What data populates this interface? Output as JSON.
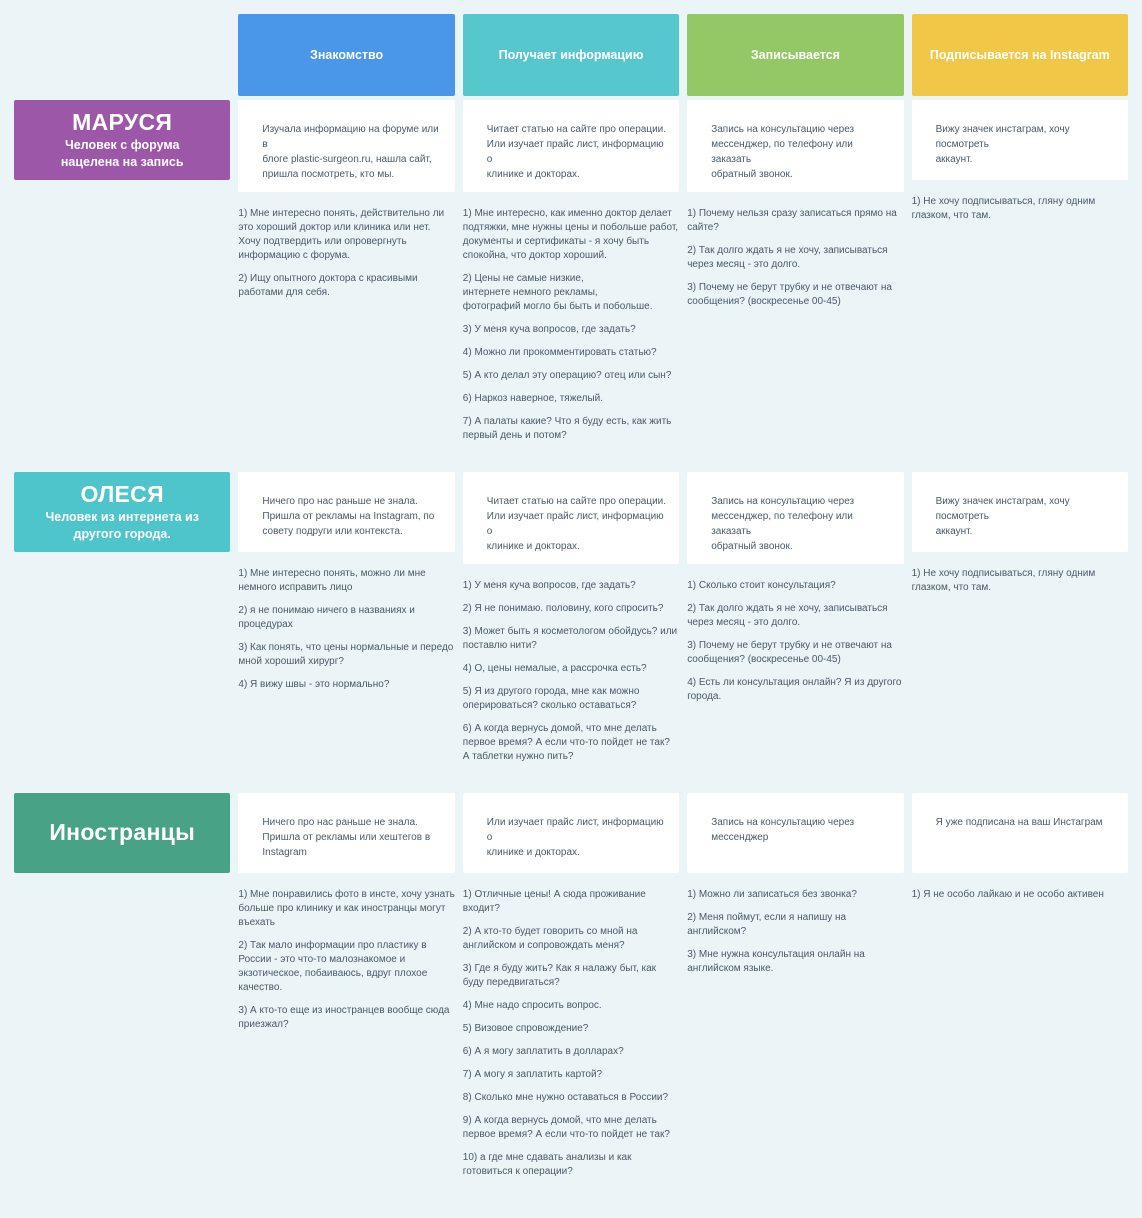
{
  "page": {
    "background": "#EBF4F7",
    "text_color": "#4A5A68"
  },
  "stages": [
    {
      "label": "Знакомство",
      "color": "#4A96E8"
    },
    {
      "label": "Получает информацию",
      "color": "#57C7CE"
    },
    {
      "label": "Записывается",
      "color": "#94C765"
    },
    {
      "label": "Подписывается на Instagram",
      "color": "#F0C746"
    }
  ],
  "personas": [
    {
      "name": "МАРУСЯ",
      "subtitle": "Человек с форума\nнацелена на запись",
      "color": "#9C57A8",
      "cells": [
        {
          "summary": "Изучала информацию на форуме или в\nблоге plastic-surgeon.ru, нашла сайт,\nпришла посмотреть, кто мы.",
          "questions": [
            "1) Мне интересно понять, действительно ли это хороший доктор или клиника или нет. Хочу подтвердить или опровергнуть информацию с форума.",
            "2) Ищу опытного доктора с красивыми работами для себя."
          ]
        },
        {
          "summary": "Читает статью на сайте про операции.\nИли изучает прайс лист, информацию о\nклинике и докторах.",
          "questions": [
            "1) Мне интересно, как именно доктор делает подтяжки, мне нужны цены и побольше работ, документы и сертификаты - я хочу быть спокойна, что доктор хороший.",
            "2) Цены не самые низкие,\nинтернете немного рекламы,\nфотографий могло бы быть и побольше.",
            "3) У меня куча вопросов, где задать?",
            "4) Можно ли прокомментировать статью?",
            "5) А кто делал эту операцию? отец или сын?",
            "6) Наркоз наверное, тяжелый.",
            "7) А палаты какие? Что я буду есть, как жить первый день и потом?"
          ]
        },
        {
          "summary": "Запись на консультацию через\nмессенджер, по телефону или заказать\nобратный звонок.",
          "questions": [
            "1) Почему нельзя сразу записаться прямо на сайте?",
            "2) Так долго ждать я не хочу, записываться через месяц - это долго.",
            "3) Почему не берут трубку и не отвечают на сообщения? (воскресенье 00-45)"
          ]
        },
        {
          "summary": "Вижу значек инстаграм, хочу посмотреть\nаккаунт.",
          "questions": [
            "1) Не хочу подписываться, гляну одним глазком, что там."
          ]
        }
      ]
    },
    {
      "name": "ОЛЕСЯ",
      "subtitle": "Человек из интернета из\nдругого города.",
      "color": "#4EC4CB",
      "cells": [
        {
          "summary": "Ничего про нас раньше не знала.\nПришла от рекламы на Instagram, по\nсовету подруги  или контекста.",
          "questions": [
            "1) Мне интересно понять, можно ли мне немного исправить лицо",
            "2) я не понимаю ничего в названиях и процедурах",
            "3) Как понять, что цены нормальные и передо мной хороший хирург?",
            "4) Я вижу швы - это нормально?"
          ]
        },
        {
          "summary": "Читает статью на сайте про операции.\nИли изучает прайс лист, информацию о\nклинике и докторах.",
          "questions": [
            "1) У меня куча вопросов, где задать?",
            "2) Я не понимаю. половину, кого спросить?",
            "3) Может быть я косметологом обойдусь? или поставлю нити?",
            "4) О, цены немалые, а рассрочка есть?",
            "5) Я из другого города, мне как можно оперироваться? сколько оставаться?",
            "6) А когда вернусь домой, что мне делать первое время? А если что-то пойдет не так? А таблетки нужно пить?"
          ]
        },
        {
          "summary": "Запись на консультацию через\nмессенджер, по телефону или заказать\nобратный звонок.",
          "questions": [
            "1) Сколько стоит консультация?",
            "2) Так долго ждать я не хочу, записываться через месяц - это долго.",
            "3) Почему не берут трубку и не отвечают на сообщения? (воскресенье 00-45)",
            "4) Есть ли консультация онлайн? Я из другого города."
          ]
        },
        {
          "summary": "Вижу значек инстаграм, хочу посмотреть\nаккаунт.",
          "questions": [
            "1) Не хочу подписываться, гляну одним глазком, что там."
          ]
        }
      ]
    },
    {
      "name": "Иностранцы",
      "subtitle": "",
      "color": "#47A286",
      "cells": [
        {
          "summary": "Ничего про нас раньше не знала.\nПришла от рекламы или хештегов в\nInstagram",
          "questions": [
            "1) Мне понравились фото в инсте, хочу узнать больше про клинику и как иностранцы могут въехать",
            "2) Так мало информации про пластику в России - это что-то малознакомое и экзотическое, побаиваюсь, вдруг плохое качество.",
            "3) А кто-то еще из иностранцев вообще сюда приезжал?"
          ]
        },
        {
          "summary": "Или изучает прайс лист, информацию о\nклинике и докторах.",
          "questions": [
            "1) Отличные цены! А сюда проживание входит?",
            "2) А кто-то будет говорить со мной на английском и сопровождать меня?",
            "3) Где я буду жить? Как я налажу быт, как буду передвигаться?",
            "4) Мне надо спросить вопрос.",
            "5) Визовое спровождение?",
            "6) А я могу заплатить в долларах?",
            "7) А могу я заплатить картой?",
            "8) Сколько мне нужно оставаться в России?",
            "9) А когда вернусь домой, что мне делать первое время? А если что-то пойдет не так?",
            "10) а где мне сдавать анализы и как готовиться к операции?"
          ]
        },
        {
          "summary": "Запись на консультацию через\nмессенджер",
          "questions": [
            "1) Можно ли записаться без звонка?",
            "2) Меня поймут, если я напишу на английском?",
            "3) Мне нужна консультация онлайн на английском языке."
          ]
        },
        {
          "summary": "Я уже подписана на ваш Инстаграм",
          "questions": [
            "1) Я не особо лайкаю и не особо активен"
          ]
        }
      ]
    }
  ]
}
